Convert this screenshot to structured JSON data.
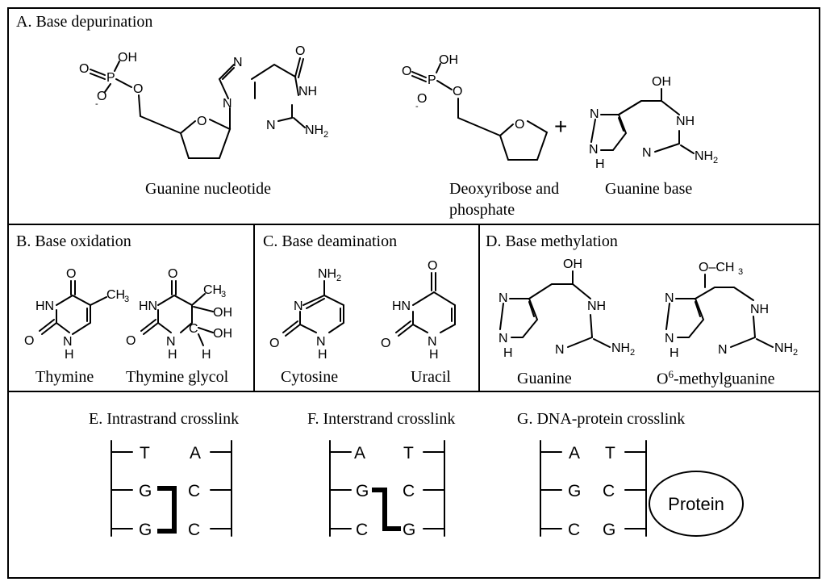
{
  "panels": {
    "a": {
      "title": "A. Base depurination",
      "captions": {
        "nucleotide": "Guanine nucleotide",
        "sugar_line1": "Deoxyribose and",
        "sugar_line2": "phosphate",
        "base": "Guanine base"
      },
      "plus": "+"
    },
    "b": {
      "title": "B. Base oxidation",
      "captions": {
        "left": "Thymine",
        "right": "Thymine glycol"
      }
    },
    "c": {
      "title": "C. Base deamination",
      "captions": {
        "left": "Cytosine",
        "right": "Uracil"
      }
    },
    "d": {
      "title": "D. Base methylation",
      "captions": {
        "left": "Guanine",
        "right_sup": "6",
        "right_rest": "-methylguanine"
      }
    },
    "e": {
      "title": "E. Intrastrand crosslink",
      "left_bases": [
        "T",
        "G",
        "G"
      ],
      "right_bases": [
        "A",
        "C",
        "C"
      ]
    },
    "f": {
      "title": "F. Interstrand crosslink",
      "left_bases": [
        "A",
        "G",
        "C"
      ],
      "right_bases": [
        "T",
        "C",
        "G"
      ]
    },
    "g": {
      "title": "G. DNA-protein crosslink",
      "left_bases": [
        "A",
        "G",
        "C"
      ],
      "right_bases": [
        "T",
        "C",
        "G"
      ],
      "protein_label": "Protein"
    }
  },
  "atoms": {
    "O": "O",
    "OH": "OH",
    "P": "P",
    "N": "N",
    "NH": "NH",
    "HN": "HN",
    "H": "H",
    "C": "C",
    "NH2_main": "NH",
    "sub2": "2",
    "CH3_main": "CH",
    "sub3": "3",
    "OCH3_main": "O–CH",
    "minus": "-"
  }
}
